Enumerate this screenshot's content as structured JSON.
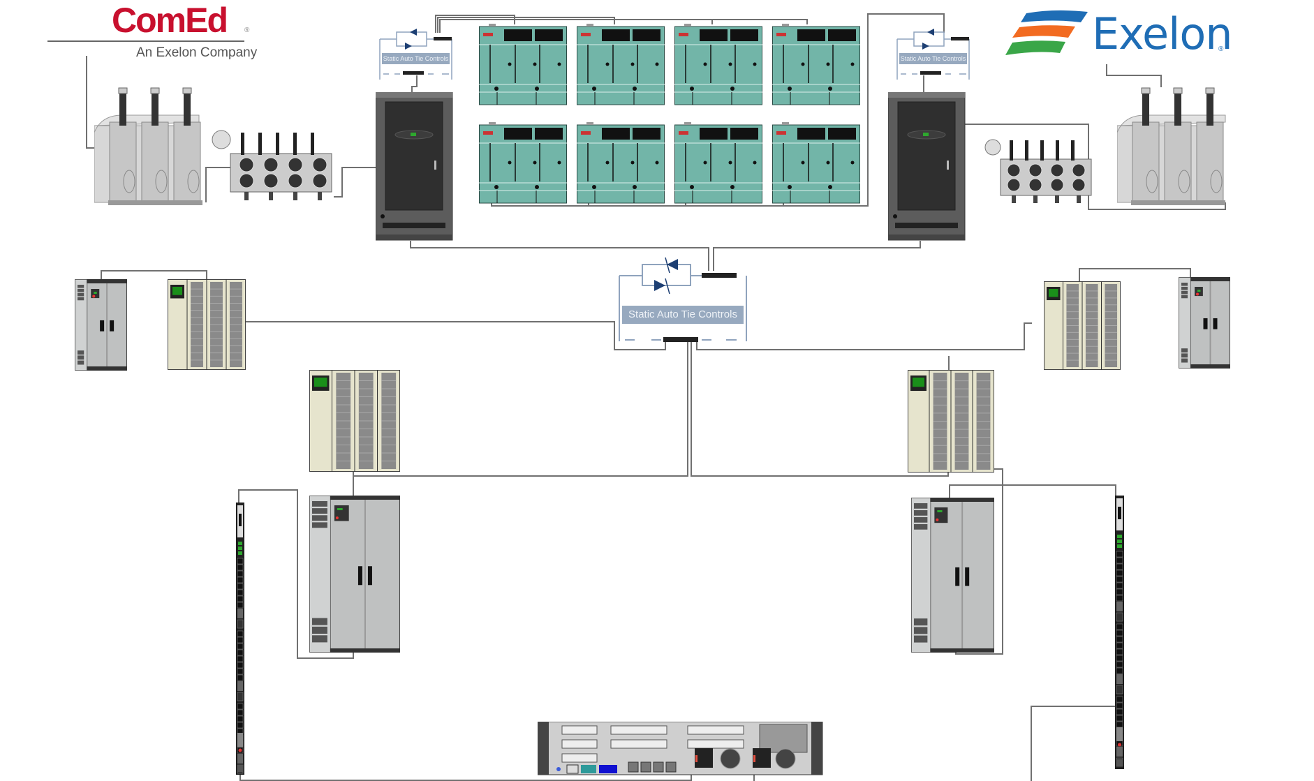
{
  "diagram": {
    "title": "Data center power distribution topology",
    "logos": {
      "left": {
        "brand": "ComEd",
        "registered": "®",
        "tagline": "An Exelon Company",
        "color": "#c8102e"
      },
      "right": {
        "brand": "Exelon",
        "registered": "®",
        "color": "#1f6db5",
        "swoosh_colors": [
          "#1f6db5",
          "#f26b21",
          "#3aa648"
        ]
      }
    },
    "static_tie_controls": [
      {
        "id": "tie-left",
        "label": "Static Auto Tie Controls"
      },
      {
        "id": "tie-center",
        "label": "Static Auto Tie Controls"
      },
      {
        "id": "tie-right",
        "label": "Static Auto Tie Controls"
      }
    ],
    "components": {
      "utility_transformers": [
        "left-utility-transformer",
        "right-utility-transformer"
      ],
      "step_down_transformers": [
        "left-stepdown-transformer",
        "right-stepdown-transformer"
      ],
      "switchgear_cabinets": [
        "left-switchgear",
        "right-switchgear"
      ],
      "generators": {
        "count": 8,
        "rows": 2,
        "per_row": 4,
        "color": "#72b5a8"
      },
      "ups_units": [
        "ups-top-left",
        "ups-top-right",
        "ups-mid-left",
        "ups-mid-right"
      ],
      "distribution_cabinets": [
        "dist-small-left",
        "dist-small-right",
        "dist-large-left",
        "dist-large-right"
      ],
      "rack_pdus": [
        "pdu-left",
        "pdu-right"
      ],
      "server": "rack-server-2u"
    },
    "colors": {
      "wire": "#707070",
      "tie_frame": "#8fa3bd",
      "thyristor": "#1d3f73",
      "switchgear": "#5c5c5c",
      "ups_body": "#e6e4cd",
      "ups_screen": "#1a8f1a",
      "cabinet_gray": "#bfc1c1"
    }
  }
}
